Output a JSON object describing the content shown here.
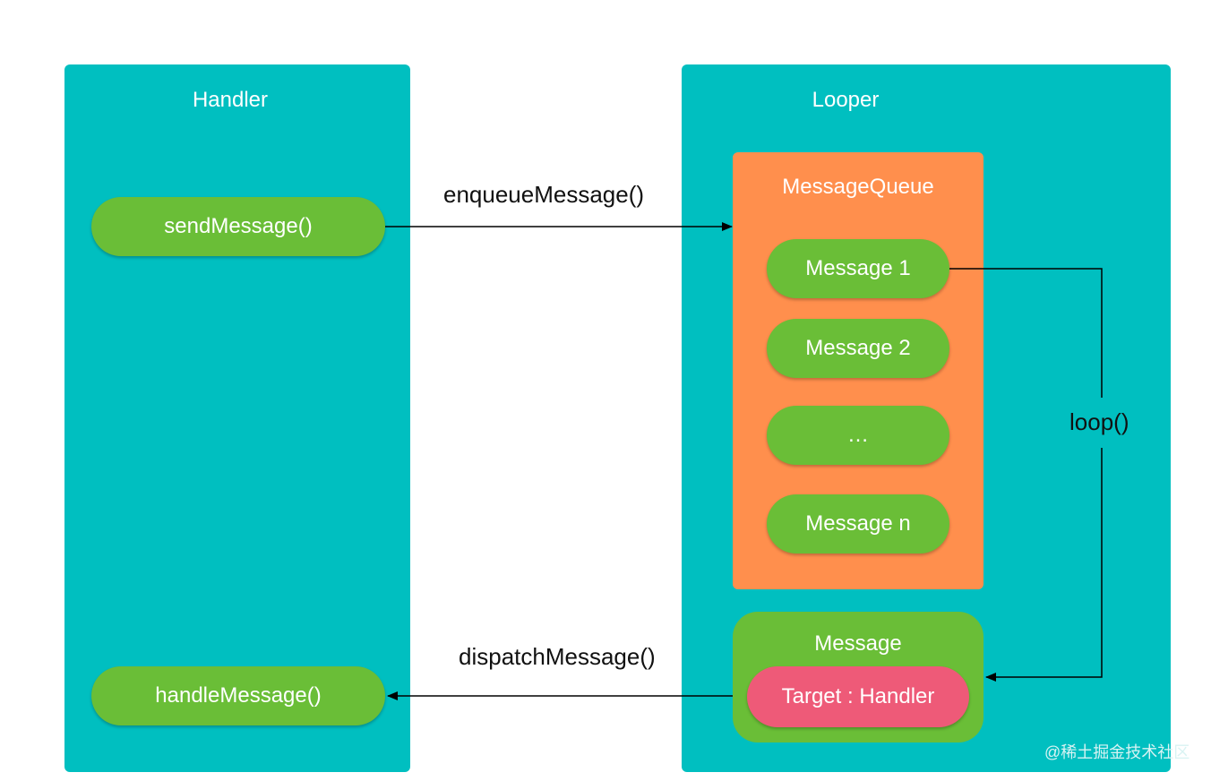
{
  "handler": {
    "title": "Handler",
    "send_button": "sendMessage()",
    "handle_button": "handleMessage()"
  },
  "looper": {
    "title": "Looper",
    "queue": {
      "title": "MessageQueue",
      "items": [
        "Message 1",
        "Message 2",
        "…",
        "Message n"
      ]
    },
    "current_message": {
      "title": "Message",
      "target": "Target : Handler"
    }
  },
  "edges": {
    "enqueue": "enqueueMessage()",
    "dispatch": "dispatchMessage()",
    "loop": "loop()"
  },
  "watermark": "@稀土掘金技术社区",
  "colors": {
    "panel": "#00bfc0",
    "pill": "#6abe37",
    "queue": "#ff8f4d",
    "target": "#ee5a78"
  }
}
